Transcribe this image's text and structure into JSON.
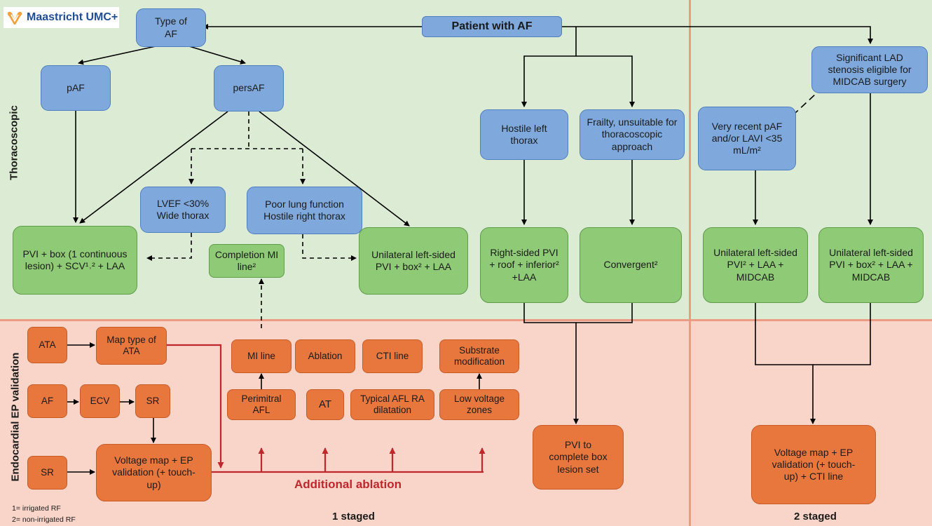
{
  "logo": {
    "text": "Maastricht UMC+"
  },
  "regions": {
    "top_label": "Thoracoscopic",
    "bottom_label": "Endocardial EP validation"
  },
  "nodes": {
    "patient": "Patient with AF",
    "type_af": "Type of AF",
    "paf": "pAF",
    "persaf": "persAF",
    "lvef": "LVEF <30% Wide thorax",
    "poor_lung": "Poor lung function Hostile right thorax",
    "pvi_box": "PVI + box (1 continuous lesion) + SCV¹˒² + LAA",
    "completion_mi": "Completion MI line²",
    "unilateral_box": "Unilateral left-sided PVI + box² + LAA",
    "hostile_left": "Hostile left thorax",
    "frailty": "Frailty, unsuitable for thoracoscopic approach",
    "right_sided": "Right-sided PVI + roof + inferior² +LAA",
    "convergent": "Convergent²",
    "lad": "Significant LAD stenosis eligible for MIDCAB surgery",
    "very_recent": "Very recent pAF and/or LAVI <35 mL/m²",
    "midcab1": "Unilateral left-sided PVI² + LAA + MIDCAB",
    "midcab2": "Unilateral left-sided PVI + box² + LAA + MIDCAB",
    "ata": "ATA",
    "map_type": "Map type of ATA",
    "af": "AF",
    "ecv": "ECV",
    "sr1": "SR",
    "sr2": "SR",
    "voltage_map": "Voltage map + EP validation (+ touch-up)",
    "mi_line": "MI line",
    "ablation": "Ablation",
    "cti_line": "CTI line",
    "substrate": "Substrate modification",
    "perimitral": "Perimitral AFL",
    "at": "AT",
    "typical_afl": "Typical AFL RA dilatation",
    "low_voltage": "Low voltage zones",
    "pvi_complete": "PVI to complete box lesion set",
    "voltage_map2": "Voltage map + EP validation (+ touch-up) + CTI line"
  },
  "labels": {
    "additional_ablation": "Additional ablation",
    "one_staged": "1 staged",
    "two_staged": "2 staged",
    "footnote1": "1= irrigated RF",
    "footnote2": "2= non-irrigated RF"
  },
  "colors": {
    "green_bg": "#dcebd3",
    "salmon_bg": "#f8d5c8",
    "blue_box": "#7fa9dc",
    "green_box": "#8fca76",
    "orange_box": "#e8773e",
    "red_line": "#c0272d",
    "divider": "#ee9b84"
  }
}
